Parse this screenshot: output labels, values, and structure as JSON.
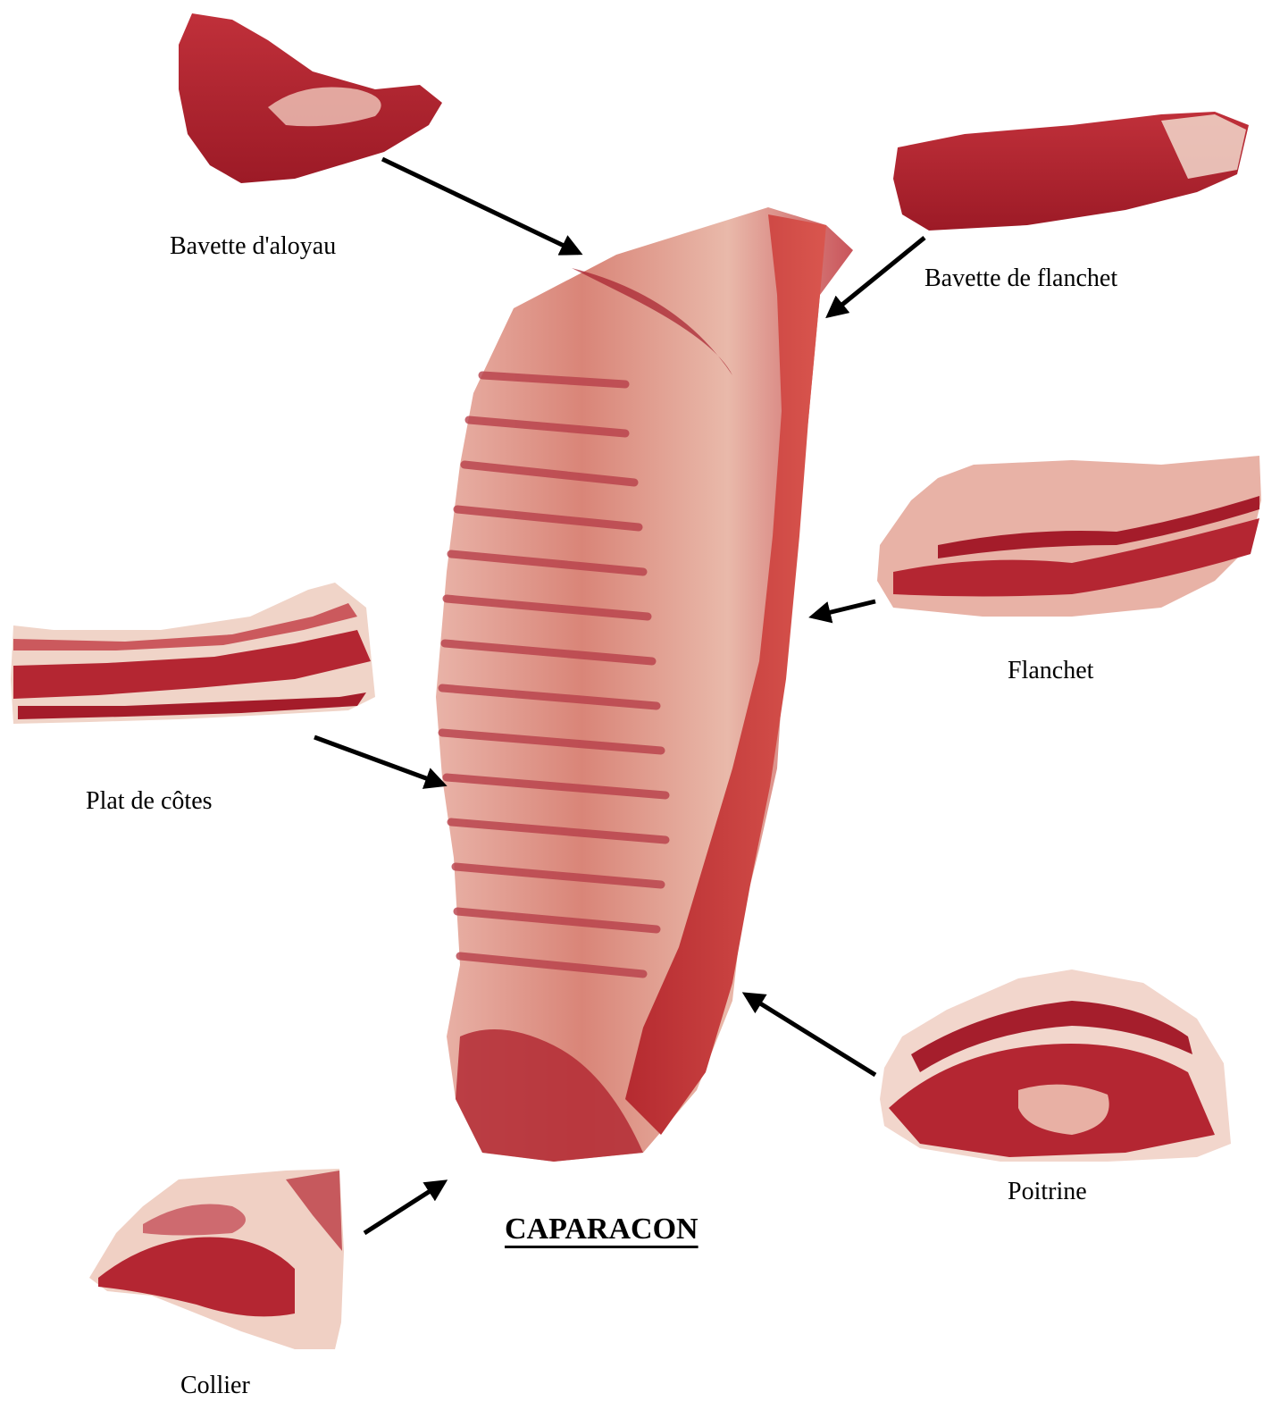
{
  "title": "CAPARACON",
  "labels": {
    "bavette_aloyau": "Bavette d'aloyau",
    "bavette_flanchet": "Bavette de flanchet",
    "flanchet": "Flanchet",
    "plat_de_cotes": "Plat de côtes",
    "poitrine": "Poitrine",
    "collier": "Collier"
  },
  "colors": {
    "meat_red": "#b0202a",
    "meat_dark": "#8e1420",
    "fat_cream": "#f2d9cc",
    "fat_pink": "#e8a9a0",
    "arrow": "#000000"
  }
}
